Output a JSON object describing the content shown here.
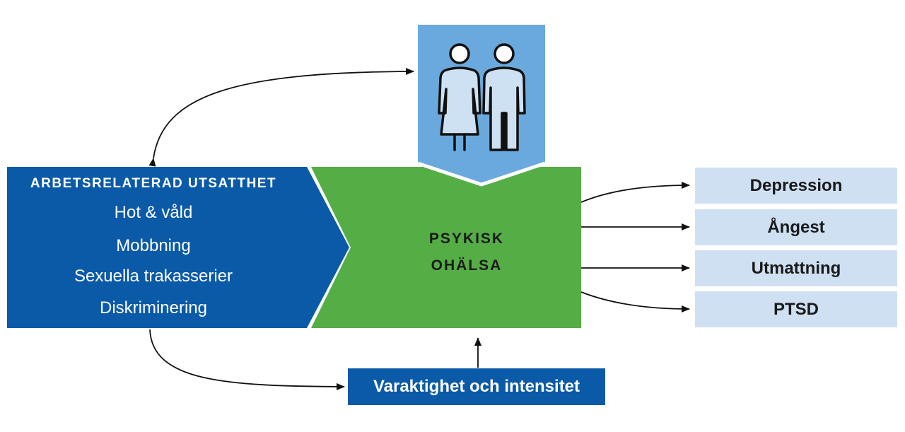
{
  "colors": {
    "exposure_blue": "#0b5aa8",
    "health_green": "#55ad45",
    "people_blue": "#6aa9dd",
    "outcome_light_blue": "#cfe0f3",
    "arrow_black": "#111111"
  },
  "icons": {
    "people": "two-persons-icon"
  },
  "exposure": {
    "title": "ARBETSRELATERAD UTSATTHET",
    "items": [
      "Hot & våld",
      "Mobbning",
      "Sexuella trakasserier",
      "Diskriminering"
    ]
  },
  "health": {
    "line1": "PSYKISK",
    "line2": "OHÄLSA"
  },
  "outcomes": [
    "Depression",
    "Ångest",
    "Utmattning",
    "PTSD"
  ],
  "duration": {
    "label": "Varaktighet och intensitet"
  }
}
